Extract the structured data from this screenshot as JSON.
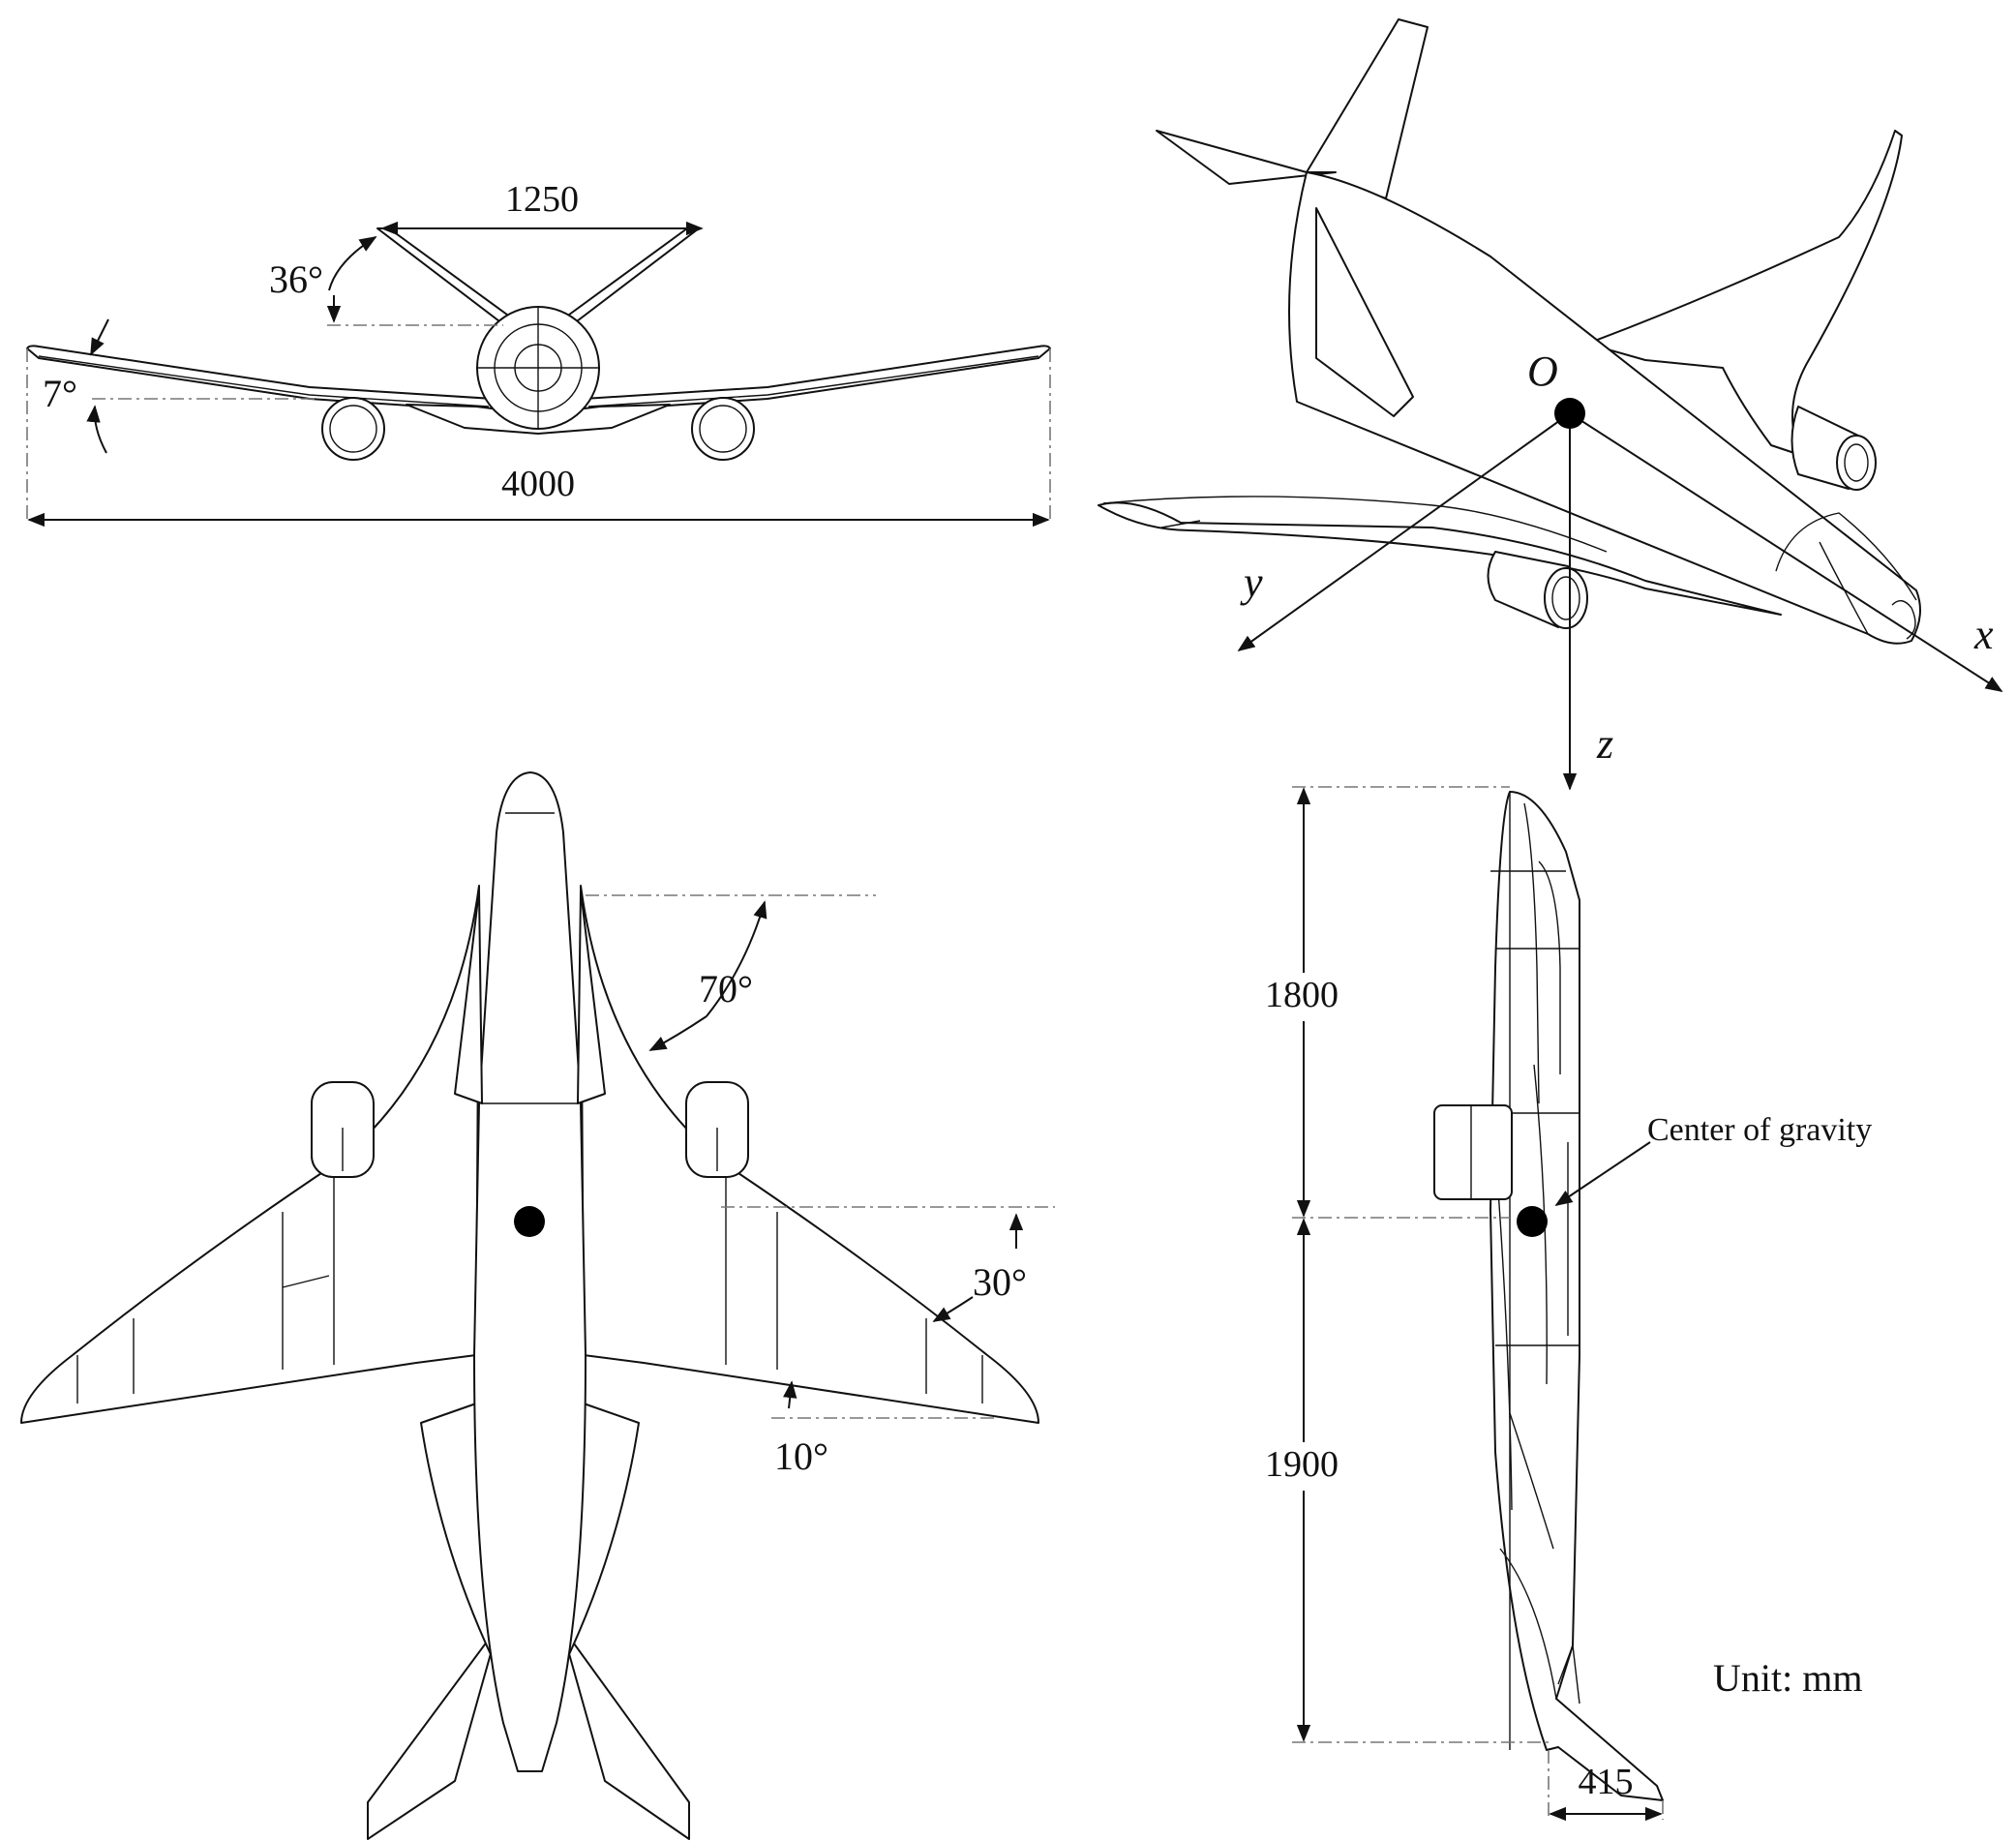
{
  "figure": {
    "front_view": {
      "dim_tail_span": "1250",
      "dim_wingspan": "4000",
      "angle_tail": "36°",
      "angle_dihedral": "7°"
    },
    "iso_view": {
      "origin_label": "O",
      "axis_x": "x",
      "axis_y": "y",
      "axis_z": "z"
    },
    "top_view": {
      "angle_strake": "70°",
      "angle_le_sweep": "30°",
      "angle_te_sweep": "10°"
    },
    "side_view": {
      "dim_front": "1800",
      "dim_rear": "1900",
      "dim_height": "415",
      "cg_label": "Center of gravity",
      "unit_label": "Unit: mm"
    }
  }
}
